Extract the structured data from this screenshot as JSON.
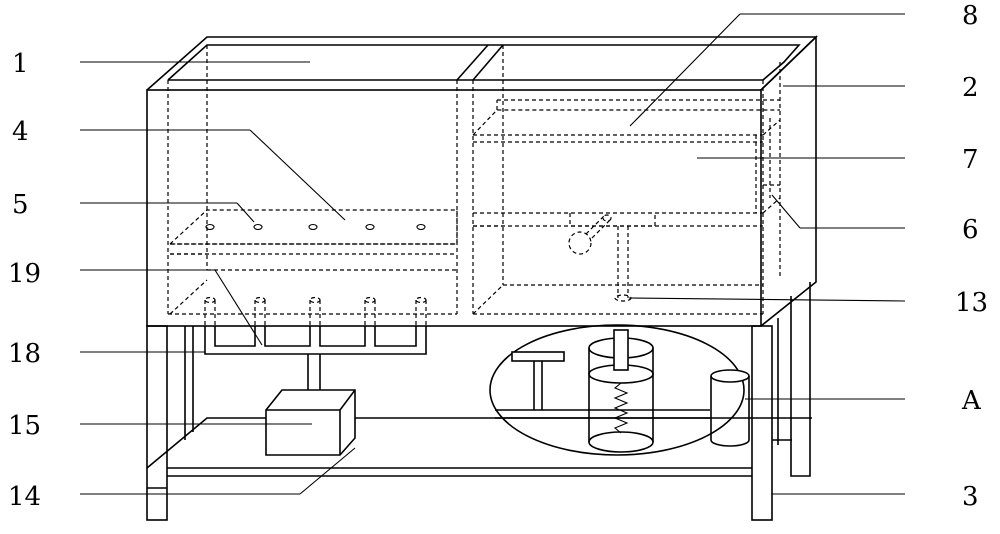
{
  "labels": {
    "l1": "1",
    "l4": "4",
    "l5": "5",
    "l19": "19",
    "l18": "18",
    "l15": "15",
    "l14": "14",
    "r8": "8",
    "r2": "2",
    "r7": "7",
    "r6": "6",
    "r13": "13",
    "rA": "A",
    "r3": "3"
  }
}
